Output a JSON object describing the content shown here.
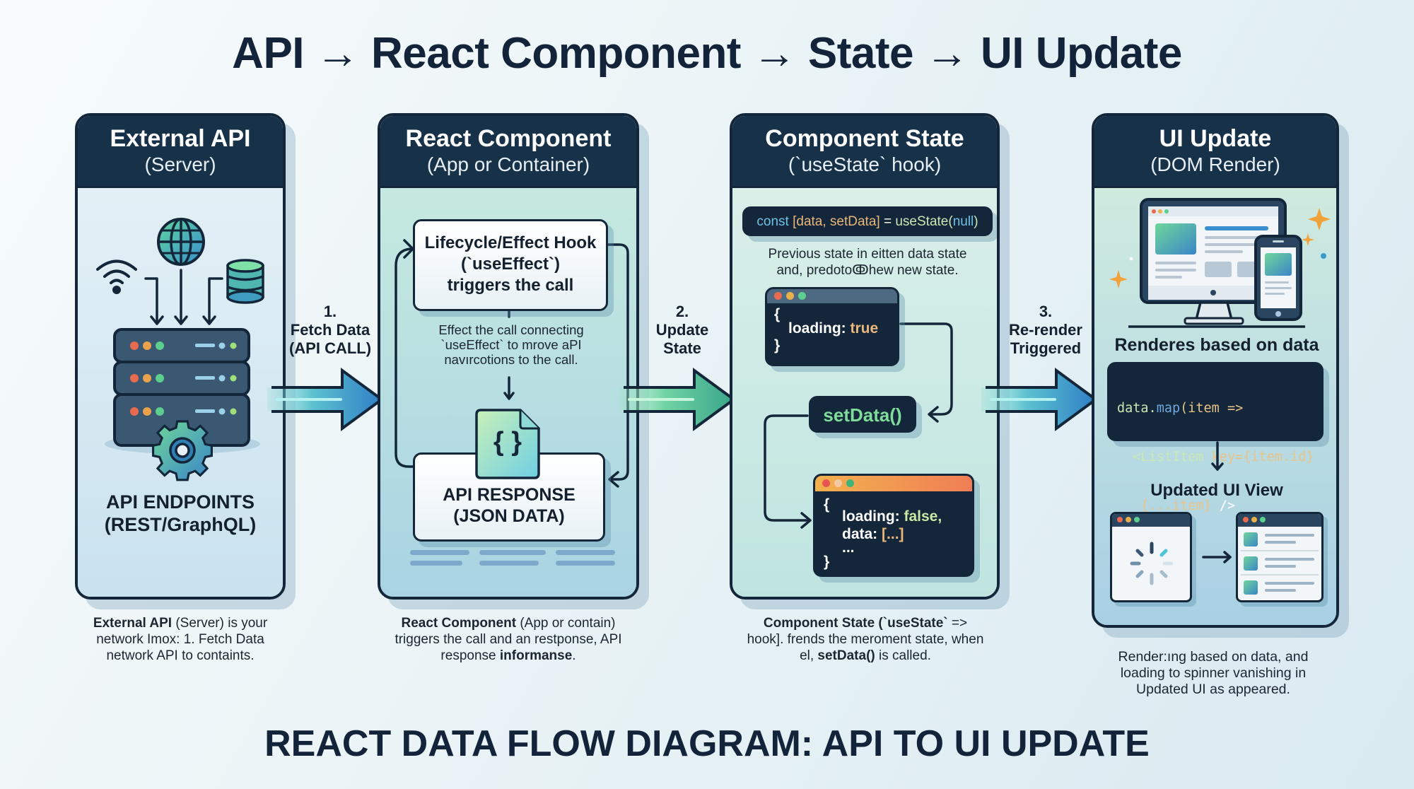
{
  "title": "API → React Component → State → UI Update",
  "footer_title": "REACT DATA FLOW DIAGRAM: API TO UI UPDATE",
  "colors": {
    "dark_navy": "#163148",
    "arrow_blue": "#3a8fcf",
    "arrow_green": "#4dbf94",
    "code_orange": "#e9b77a",
    "code_green": "#b7e3a2",
    "code_blue": "#6fc2e6",
    "accent_orange": "#f2a23b"
  },
  "panels": [
    {
      "title": "External API",
      "subtitle": "(Server)",
      "icons": [
        "wifi-icon",
        "globe-icon",
        "database-icon",
        "server-rack-icon",
        "gear-icon"
      ],
      "label_line1": "API ENDPOINTS",
      "label_line2": "(REST/GraphQL)",
      "caption_bold": "External API",
      "caption_rest": " (Server) is your network Imox: 1. Fetch Data network API to containts."
    },
    {
      "title": "React Component",
      "subtitle": "(App or Container)",
      "hook_line1": "Lifecycle/Effect Hook",
      "hook_line2": "(`useEffect`)",
      "hook_line3": "triggers the call",
      "effect_note": "Effect the call connecting `useEffect` to mrove aPI navırcotions to the call.",
      "json_icon": "{ }",
      "response_line1": "API RESPONSE",
      "response_line2": "(JSON DATA)",
      "caption_bold": "React Component",
      "caption_mid": " (App or contain) triggers the call and an restponse, API response ",
      "caption_bold2": "informanse",
      "caption_end": "."
    },
    {
      "title": "Component State",
      "subtitle": "(`useState` hook)",
      "code_const": "const",
      "code_destructure": "[data, setData]",
      "code_eq": "=",
      "code_fn": "useState(",
      "code_arg": "null",
      "code_close": ")",
      "note": "Previous state in eitten data state and, predotoↂhew new state.",
      "state_before": {
        "open": "{",
        "key": "loading:",
        "value": "true",
        "close": "}"
      },
      "setter": "setData()",
      "state_after": {
        "open": "{",
        "key1": "loading:",
        "value1": "false,",
        "key2": "data:",
        "value2": "[...]",
        "ellipsis": "...",
        "close": "}"
      },
      "caption_bold": "Component State (`useState`",
      "caption_mid": " => hook]. frends the meroment state, when el, ",
      "caption_bold2": "setData()",
      "caption_end": " is called."
    },
    {
      "title": "UI Update",
      "subtitle": "(DOM Render)",
      "renders_label": "Renderes based on data",
      "code_lines": [
        {
          "a": "data.",
          "b": "map",
          "c": "(item =>"
        },
        {
          "a": "  <ListItem",
          "b": " key={item.id}"
        },
        {
          "a": "   {...item}",
          "b": " />"
        },
        {
          "a": "})"
        }
      ],
      "updated_label": "Updated UI View",
      "caption": "Render:ıng based on data, and loading to spinner vanishing in Updated UI as appeared."
    }
  ],
  "steps": [
    {
      "number": "1.",
      "line1": "Fetch Data",
      "line2": "(API CALL)"
    },
    {
      "number": "2.",
      "line1": "Update",
      "line2": "State"
    },
    {
      "number": "3.",
      "line1": "Re-render",
      "line2": "Triggered"
    }
  ]
}
